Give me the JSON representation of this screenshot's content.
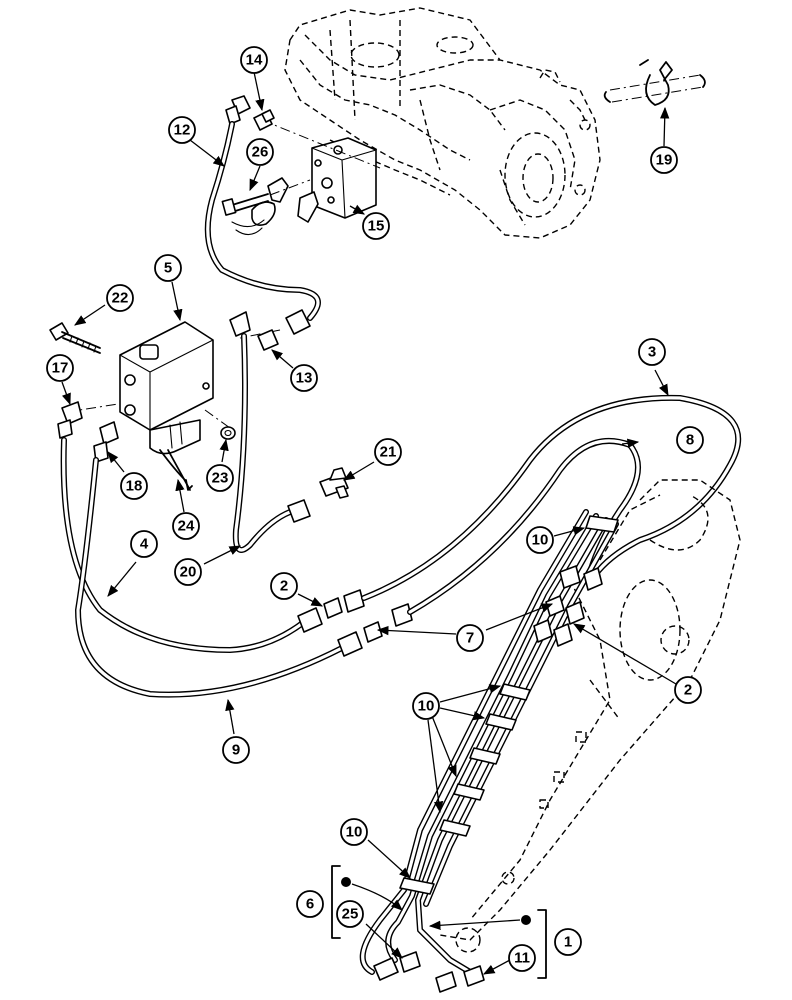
{
  "callouts": {
    "c14": "14",
    "c12": "12",
    "c26": "26",
    "c15": "15",
    "c19": "19",
    "c22": "22",
    "c5": "5",
    "c17": "17",
    "c13": "13",
    "c3": "3",
    "c8": "8",
    "c18": "18",
    "c23": "23",
    "c21": "21",
    "c24": "24",
    "c10a": "10",
    "c4": "4",
    "c20": "20",
    "c2a": "2",
    "c7": "7",
    "c2b": "2",
    "c9": "9",
    "c10b": "10",
    "c10c": "10",
    "c6": "6",
    "c25": "25",
    "c1": "1",
    "c11": "11"
  }
}
